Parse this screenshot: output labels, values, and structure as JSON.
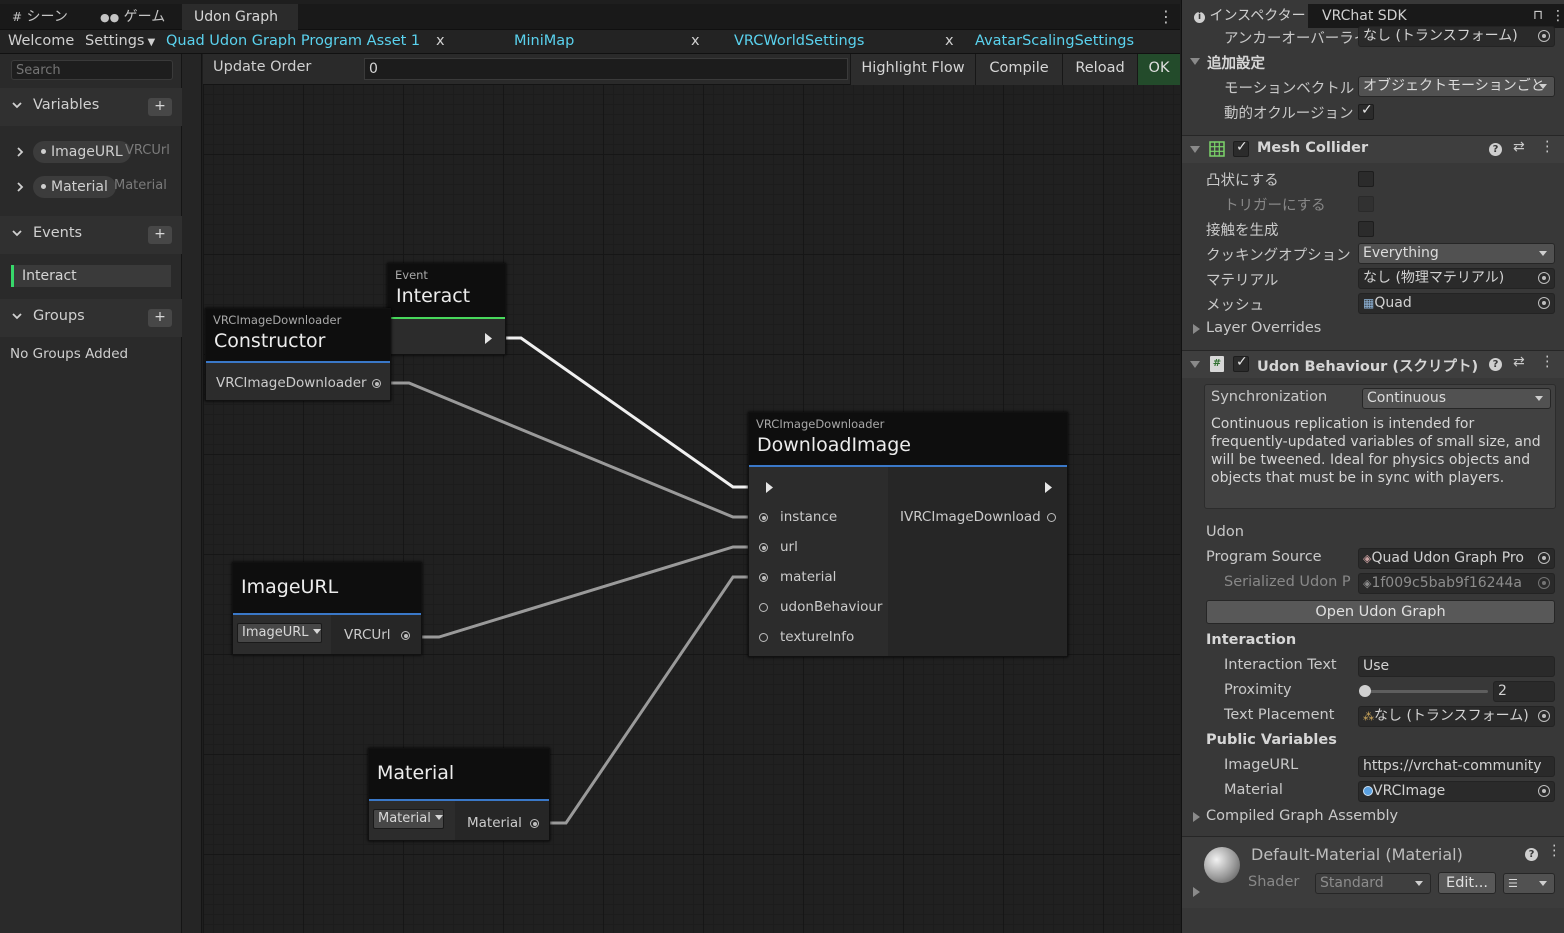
{
  "top_tabs": {
    "scene": "シーン",
    "game": "ゲーム",
    "udon_graph": "Udon Graph"
  },
  "graph_tabs": {
    "welcome": "Welcome",
    "settings": "Settings",
    "asset": "Quad Udon Graph Program Asset 1",
    "minimap": "MiniMap",
    "world_settings": "VRCWorldSettings",
    "avatar_scaling": "AvatarScalingSettings",
    "close": "x"
  },
  "sidebar": {
    "search_placeholder": "Search",
    "variables_label": "Variables",
    "plus": "+",
    "variables": [
      {
        "name": "ImageURL",
        "type": "VRCUrl"
      },
      {
        "name": "Material",
        "type": "Material"
      }
    ],
    "events_label": "Events",
    "events": [
      "Interact"
    ],
    "groups_label": "Groups",
    "no_groups": "No Groups Added"
  },
  "toolbar": {
    "update_order_label": "Update Order",
    "update_order_value": "0",
    "highlight_flow": "Highlight Flow",
    "compile": "Compile",
    "reload": "Reload",
    "ok": "OK"
  },
  "nodes": {
    "event": {
      "subtitle": "Event",
      "title": "Interact"
    },
    "constructor": {
      "subtitle": "VRCImageDownloader",
      "title": "Constructor",
      "out": "VRCImageDownloader"
    },
    "download": {
      "subtitle": "VRCImageDownloader",
      "title": "DownloadImage",
      "inputs": [
        "instance",
        "url",
        "material",
        "udonBehaviour",
        "textureInfo"
      ],
      "output": "IVRCImageDownload"
    },
    "imageurl": {
      "title": "ImageURL",
      "dropdown": "ImageURL",
      "out": "VRCUrl"
    },
    "material": {
      "title": "Material",
      "dropdown": "Material",
      "out": "Material"
    }
  },
  "inspector": {
    "tab_inspector": "インスペクター",
    "tab_sdk": "VRChat SDK",
    "anchor_override_label": "アンカーオーバーライド",
    "anchor_override_value": "なし (トランスフォーム)",
    "additional_settings": "追加設定",
    "motion_vector_label": "モーションベクトル",
    "motion_vector_value": "オブジェクトモーションごと",
    "dynamic_occlusion_label": "動的オクルージョン",
    "mesh_collider": {
      "title": "Mesh Collider",
      "convex": "凸状にする",
      "trigger": "トリガーにする",
      "contacts": "接触を生成",
      "cooking_label": "クッキングオプション",
      "cooking_value": "Everything",
      "material_label": "マテリアル",
      "material_value": "なし (物理マテリアル)",
      "mesh_label": "メッシュ",
      "mesh_value": "Quad",
      "layer_overrides": "Layer Overrides"
    },
    "udon_behaviour": {
      "title": "Udon Behaviour (スクリプト)",
      "sync_label": "Synchronization",
      "sync_value": "Continuous",
      "sync_info": "Continuous replication is intended for frequently-updated variables of small size, and will be tweened. Ideal for physics objects and objects that must be in sync with players.",
      "udon_label": "Udon",
      "program_source_label": "Program Source",
      "program_source_value": "Quad Udon Graph Pro",
      "serialized_label": "Serialized Udon P",
      "serialized_value": "1f009c5bab9f16244a",
      "open_graph": "Open Udon Graph",
      "interaction_label": "Interaction",
      "interaction_text_label": "Interaction Text",
      "interaction_text_value": "Use",
      "proximity_label": "Proximity",
      "proximity_value": "2",
      "text_placement_label": "Text Placement",
      "text_placement_value": "なし (トランスフォーム)",
      "public_vars_label": "Public Variables",
      "imageurl_label": "ImageURL",
      "imageurl_value": "https://vrchat-community",
      "material_label": "Material",
      "material_value": "VRCImage",
      "compiled_assembly": "Compiled Graph Assembly"
    },
    "default_material": {
      "title": "Default-Material (Material)",
      "shader_label": "Shader",
      "shader_value": "Standard",
      "edit": "Edit..."
    }
  }
}
